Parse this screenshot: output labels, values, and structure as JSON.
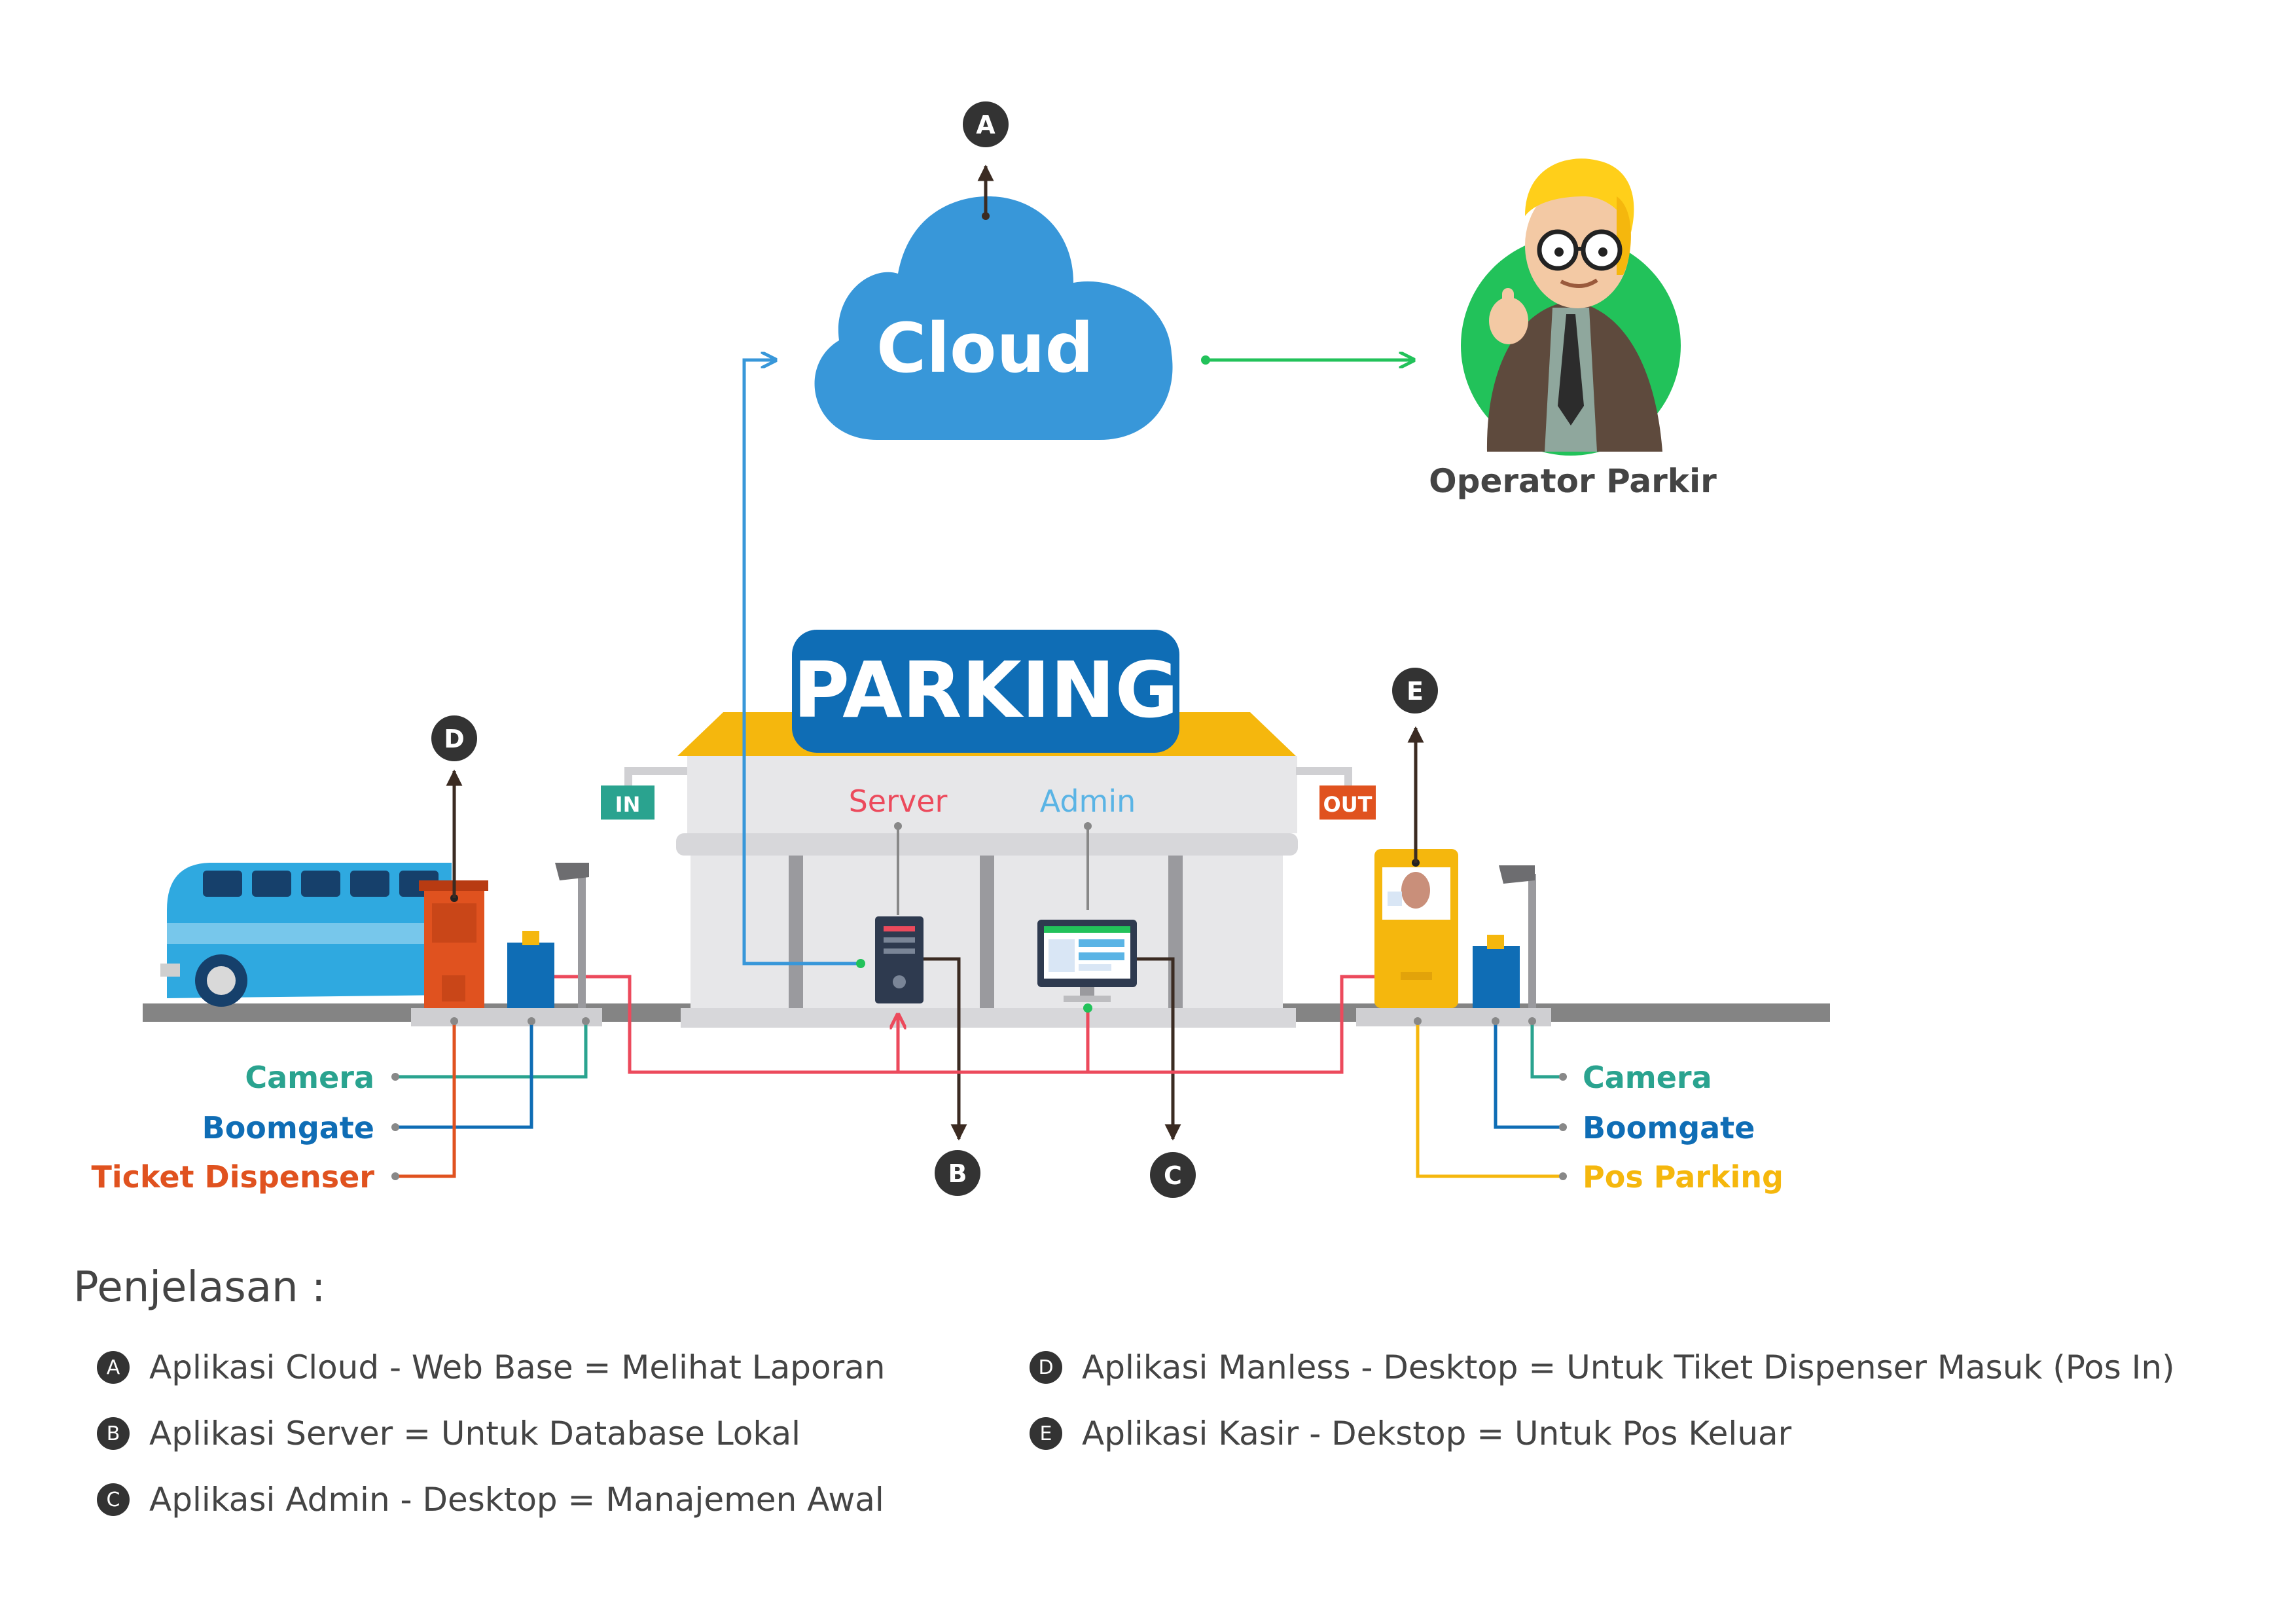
{
  "cloud": {
    "label": "Cloud",
    "color": "#3897d9"
  },
  "operator": {
    "label": "Operator Parkir"
  },
  "building": {
    "title": "PARKING",
    "sign_in": "IN",
    "sign_out": "OUT",
    "server_label": "Server",
    "admin_label": "Admin"
  },
  "markers": {
    "a": "A",
    "b": "B",
    "c": "C",
    "d": "D",
    "e": "E"
  },
  "entry_labels": {
    "camera": "Camera",
    "boomgate": "Boomgate",
    "ticket": "Ticket Dispenser"
  },
  "exit_labels": {
    "camera": "Camera",
    "boomgate": "Boomgate",
    "pos": "Pos Parking"
  },
  "legend": {
    "title": "Penjelasan :",
    "items": [
      {
        "key": "A",
        "text": "Aplikasi Cloud - Web Base = Melihat Laporan"
      },
      {
        "key": "B",
        "text": "Aplikasi Server = Untuk Database Lokal"
      },
      {
        "key": "C",
        "text": "Aplikasi Admin - Desktop = Manajemen Awal"
      },
      {
        "key": "D",
        "text": "Aplikasi Manless - Desktop = Untuk Tiket Dispenser Masuk (Pos In)"
      },
      {
        "key": "E",
        "text": "Aplikasi Kasir - Dekstop = Untuk Pos Keluar"
      }
    ]
  },
  "colors": {
    "camera": "#2aa38f",
    "boomgate": "#0f6db5",
    "ticket": "#e0521f",
    "pos": "#f5b70d",
    "server": "#ec4a5c",
    "admin": "#5ab4e5",
    "network": "#ec4a5c",
    "cloud_link": "#3897d9",
    "operator_link": "#22c25a"
  }
}
